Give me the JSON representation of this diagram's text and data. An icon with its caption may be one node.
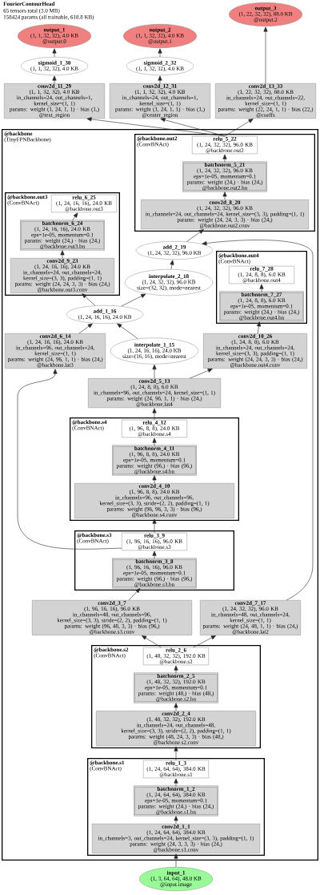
{
  "diagram": {
    "title": "FourierContourHead",
    "labels": [
      "65 tensors total (3.0 MB)",
      "158424 params (all trainable, 618.8 KB)"
    ],
    "nodes": [
      {
        "text": [
          "output_3",
          "(1, 22, 32, 32), 88.0 KB",
          "@output.2"
        ]
      },
      {
        "text": [
          "output_1",
          "(1, 1, 32, 32), 4.0 KB",
          "@output.0"
        ]
      },
      {
        "text": [
          "output_2",
          "(1, 1, 32, 32), 4.0 KB",
          "@output.1"
        ]
      },
      {
        "text": [
          "sigmoid_1_30",
          "(1, 1, 32, 32), 4.0 KB"
        ]
      },
      {
        "text": [
          "sigmoid_2_32",
          "(1, 1, 32, 32), 4.0 KB"
        ]
      },
      {
        "text": [
          "conv2d_11_29",
          "(1, 1, 32, 32), 4.0 KB",
          "in_channels=24, out_channels=1, kernel_size=(1, 1)",
          "params: weight (1, 24, 1, 1) · bias (1,)",
          "@text_region"
        ]
      },
      {
        "text": [
          "conv2d_12_31",
          "(1, 1, 32, 32), 4.0 KB",
          "in_channels=24, out_channels=1, kernel_size=(1, 1)",
          "params: weight (1, 24, 1, 1) · bias (1,)",
          "@center_region"
        ]
      },
      {
        "text": [
          "conv2d_13_33",
          "(1, 22, 32, 32), 88.0 KB",
          "in_channels=24, out_channels=22, kernel_size=(1, 1)",
          "params: weight (22, 24, 1, 1) · bias (22,)",
          "@coeffs"
        ]
      },
      {
        "text": [
          "@backbone",
          "(TinyFPNBackbone)"
        ]
      },
      {
        "text": [
          "@backbone.out2",
          "(ConvBNAct)"
        ],
        "in": 8
      },
      {
        "text": [
          "relu_5_22",
          "(1, 24, 32, 32), 96.0 KB",
          "@backbone.out2"
        ],
        "in": 9
      },
      {
        "text": [
          "batchnorm_5_21",
          "(1, 24, 32, 32), 96.0 KB",
          "eps=1e-05, momentum=0.1",
          "params: weight (24,) · bias (24,)",
          "@backbone.out2.bn"
        ],
        "in": 9
      },
      {
        "text": [
          "conv2d_8_20",
          "(1, 24, 32, 32), 96.0 KB",
          "in_channels=24, out_channels=24, kernel_size=(3, 3), padding=(1, 1)",
          "params: weight (24, 24, 3, 3) · bias (24,)",
          "@backbone.out2.conv"
        ],
        "in": 9
      },
      {
        "text": [
          "add_2_19",
          "(1, 24, 32, 32), 96.0 KB"
        ],
        "in": 8
      },
      {
        "text": [
          "@backbone.out3",
          "(ConvBNAct)"
        ],
        "in": 8
      },
      {
        "text": [
          "relu_6_25",
          "(1, 24, 16, 16), 24.0 KB",
          "@backbone.out3"
        ],
        "in": 14
      },
      {
        "text": [
          "batchnorm_6_24",
          "(1, 24, 16, 16), 24.0 KB",
          "eps=1e-05, momentum=0.1",
          "params: weight (24,) · bias (24,)",
          "@backbone.out3.bn"
        ],
        "in": 14
      },
      {
        "text": [
          "conv2d_9_23",
          "(1, 24, 16, 16), 24.0 KB",
          "in_channels=24, out_channels=24, kernel_size=(3, 3), padding=(1, 1)",
          "params: weight (24, 24, 3, 3) · bias (24,)",
          "@backbone.out3.conv"
        ],
        "in": 14
      },
      {
        "text": [
          "interpolate_2_18",
          "(1, 24, 32, 32), 96.0 KB",
          "size=(32, 32), mode=nearest"
        ],
        "in": 8
      },
      {
        "text": [
          "@backbone.out4",
          "(ConvBNAct)"
        ],
        "in": 8
      },
      {
        "text": [
          "relu_7_28",
          "(1, 24, 8, 8), 6.0 KB",
          "@backbone.out4"
        ],
        "in": 19
      },
      {
        "text": [
          "batchnorm_7_27",
          "(1, 24, 8, 8), 6.0 KB",
          "eps=1e-05, momentum=0.1",
          "params: weight (24,) · bias (24,)",
          "@backbone.out4.bn"
        ],
        "in": 19
      },
      {
        "text": [
          "add_1_16",
          "(1, 24, 16, 16), 24.0 KB"
        ],
        "in": 8
      },
      {
        "text": [
          "conv2d_6_14",
          "(1, 24, 16, 16), 24.0 KB",
          "in_channels=96, out_channels=24, kernel_size=(1, 1)",
          "params: weight (24, 96, 1, 1) · bias (24,)",
          "@backbone.lat3"
        ],
        "in": 8
      },
      {
        "text": [
          "interpolate_1_15",
          "(1, 24, 16, 16), 24.0 KB",
          "size=(16, 16), mode=nearest"
        ],
        "in": 8
      },
      {
        "text": [
          "conv2d_10_26",
          "(1, 24, 8, 8), 6.0 KB",
          "in_channels=24, out_channels=24, kernel_size=(3, 3), padding=(1, 1)",
          "params: weight (24, 24, 3, 3) · bias (24,)",
          "@backbone.out4.conv"
        ],
        "in": 8
      },
      {
        "text": [
          "conv2d_5_13",
          "(1, 24, 8, 8), 6.0 KB",
          "in_channels=96, out_channels=24, kernel_size=(1, 1)",
          "params: weight (24, 96, 1, 1) · bias (24,)",
          "@backbone.lat4"
        ],
        "in": 8
      },
      {
        "text": [
          "@backbone.s4",
          "(ConvBNAct)"
        ],
        "in": 8
      },
      {
        "text": [
          "relu_4_12",
          "(1, 96, 8, 8), 24.0 KB",
          "@backbone.s4"
        ],
        "in": 27
      },
      {
        "text": [
          "batchnorm_4_11",
          "(1, 96, 8, 8), 24.0 KB",
          "eps=1e-05, momentum=0.1",
          "params: weight (96,) · bias (96,)",
          "@backbone.s4.bn"
        ],
        "in": 27
      },
      {
        "text": [
          "conv2d_4_10",
          "(1, 96, 8, 8), 24.0 KB",
          "in_channels=96, out_channels=96, kernel_size=(3, 3), stride=(2, 2), padding=(1, 1)",
          "params: weight (96, 96, 3, 3) · bias (96,)",
          "@backbone.s4.conv"
        ],
        "in": 27
      },
      {
        "text": [
          "@backbone.s3",
          "(ConvBNAct)"
        ],
        "in": 8
      },
      {
        "text": [
          "relu_3_9",
          "(1, 96, 16, 16), 96.0 KB",
          "@backbone.s3"
        ],
        "in": 31
      },
      {
        "text": [
          "batchnorm_3_8",
          "(1, 96, 16, 16), 96.0 KB",
          "eps=1e-05, momentum=0.1",
          "params: weight (96,) · bias (96,)",
          "@backbone.s3.bn"
        ],
        "in": 31
      },
      {
        "text": [
          "conv2d_3_7",
          "(1, 96, 16, 16), 96.0 KB",
          "in_channels=48, out_channels=96, kernel_size=(3, 3), stride=(2, 2), padding=(1, 1)",
          "params: weight (96, 48, 3, 3) · bias (96,)",
          "@backbone.s3.conv"
        ],
        "in": 8
      },
      {
        "text": [
          "conv2d_7_17",
          "(1, 24, 32, 32), 96.0 KB",
          "in_channels=48, out_channels=24, kernel_size=(1, 1)",
          "params: weight (24, 48, 1, 1) · bias (24,)",
          "@backbone.lat2"
        ],
        "in": 8
      },
      {
        "text": [
          "@backbone.s2",
          "(ConvBNAct)"
        ],
        "in": 8
      },
      {
        "text": [
          "relu_2_6",
          "(1, 48, 32, 32), 192.0 KB",
          "@backbone.s2"
        ],
        "in": 36
      },
      {
        "text": [
          "batchnorm_2_5",
          "(1, 48, 32, 32), 192.0 KB",
          "eps=1e-05, momentum=0.1",
          "params: weight (48,) · bias (48,)",
          "@backbone.s2.bn"
        ],
        "in": 36
      },
      {
        "text": [
          "conv2d_2_4",
          "(1, 48, 32, 32), 192.0 KB",
          "in_channels=24, out_channels=48, kernel_size=(3, 3), stride=(2, 2), padding=(1, 1)",
          "params: weight (48, 24, 3, 3) · bias (48,)",
          "@backbone.s2.conv"
        ],
        "in": 36
      },
      {
        "text": [
          "@backbone.s1",
          "(ConvBNAct)"
        ],
        "in": 8
      },
      {
        "text": [
          "relu_1_3",
          "(1, 24, 64, 64), 384.0 KB",
          "@backbone.s1"
        ],
        "in": 40
      },
      {
        "text": [
          "batchnorm_1_2",
          "(1, 24, 64, 64), 384.0 KB",
          "eps=1e-05, momentum=0.1",
          "params: weight (24,) · bias (24,)",
          "@backbone.s1.bn"
        ],
        "in": 40
      },
      {
        "text": [
          "conv2d_1_1",
          "(1, 24, 64, 64), 384.0 KB",
          "in_channels=3, out_channels=24, kernel_size=(3, 3), padding=(1, 1)",
          "params: weight (24, 3, 3, 3) · bias (24,)",
          "@backbone.s1.conv"
        ],
        "in": 40
      },
      {
        "text": [
          "input_1",
          "(1, 3, 64, 64), 48.0 KB",
          "@input.image"
        ]
      }
    ],
    "edges": [
      {
        "from": 44,
        "to": 43,
        "arrow": "to"
      },
      {
        "from": 43,
        "to": 42,
        "arrow": "to"
      },
      {
        "from": 42,
        "to": 41,
        "arrow": "to"
      },
      {
        "from": 41,
        "to": 39,
        "arrow": "to"
      },
      {
        "from": 39,
        "to": 38,
        "arrow": "to"
      },
      {
        "from": 38,
        "to": 37,
        "arrow": "to"
      },
      {
        "from": 37,
        "to": 34,
        "arrow": "to"
      },
      {
        "from": 37,
        "to": 35,
        "arrow": "to"
      },
      {
        "from": 34,
        "to": 33,
        "arrow": "to"
      },
      {
        "from": 33,
        "to": 32,
        "arrow": "to"
      },
      {
        "from": 32,
        "to": 30,
        "arrow": "to"
      },
      {
        "from": 32,
        "to": 23,
        "arrow": "to"
      },
      {
        "from": 30,
        "to": 29,
        "arrow": "to"
      },
      {
        "from": 29,
        "to": 28,
        "arrow": "to"
      },
      {
        "from": 28,
        "to": 26,
        "arrow": "to"
      },
      {
        "from": 26,
        "to": 24,
        "arrow": "to"
      },
      {
        "from": 26,
        "to": 25,
        "arrow": "to"
      },
      {
        "from": 23,
        "to": 22,
        "arrow": "to"
      },
      {
        "from": 24,
        "to": 22,
        "arrow": "to"
      },
      {
        "from": 22,
        "to": 17,
        "arrow": "to"
      },
      {
        "from": 22,
        "to": 18,
        "arrow": "to"
      },
      {
        "from": 17,
        "to": 16,
        "arrow": "to"
      },
      {
        "from": 16,
        "to": 15,
        "arrow": "to"
      },
      {
        "from": 25,
        "to": 21,
        "arrow": "to"
      },
      {
        "from": 21,
        "to": 20,
        "arrow": "to"
      },
      {
        "from": 18,
        "to": 13,
        "arrow": "to"
      },
      {
        "from": 35,
        "to": 13,
        "arrow": "to"
      },
      {
        "from": 13,
        "to": 12,
        "arrow": "to"
      },
      {
        "from": 12,
        "to": 11,
        "arrow": "to"
      },
      {
        "from": 11,
        "to": 10,
        "arrow": "to"
      },
      {
        "from": 10,
        "to": 5,
        "arrow": "to"
      },
      {
        "from": 10,
        "to": 6,
        "arrow": "to"
      },
      {
        "from": 10,
        "to": 7,
        "arrow": "to"
      },
      {
        "from": 5,
        "to": 3,
        "arrow": "to"
      },
      {
        "from": 3,
        "to": 1,
        "arrow": "to"
      },
      {
        "from": 6,
        "to": 4,
        "arrow": "to"
      },
      {
        "from": 4,
        "to": 2,
        "arrow": "to"
      },
      {
        "from": 7,
        "to": 0,
        "arrow": "to"
      }
    ]
  }
}
